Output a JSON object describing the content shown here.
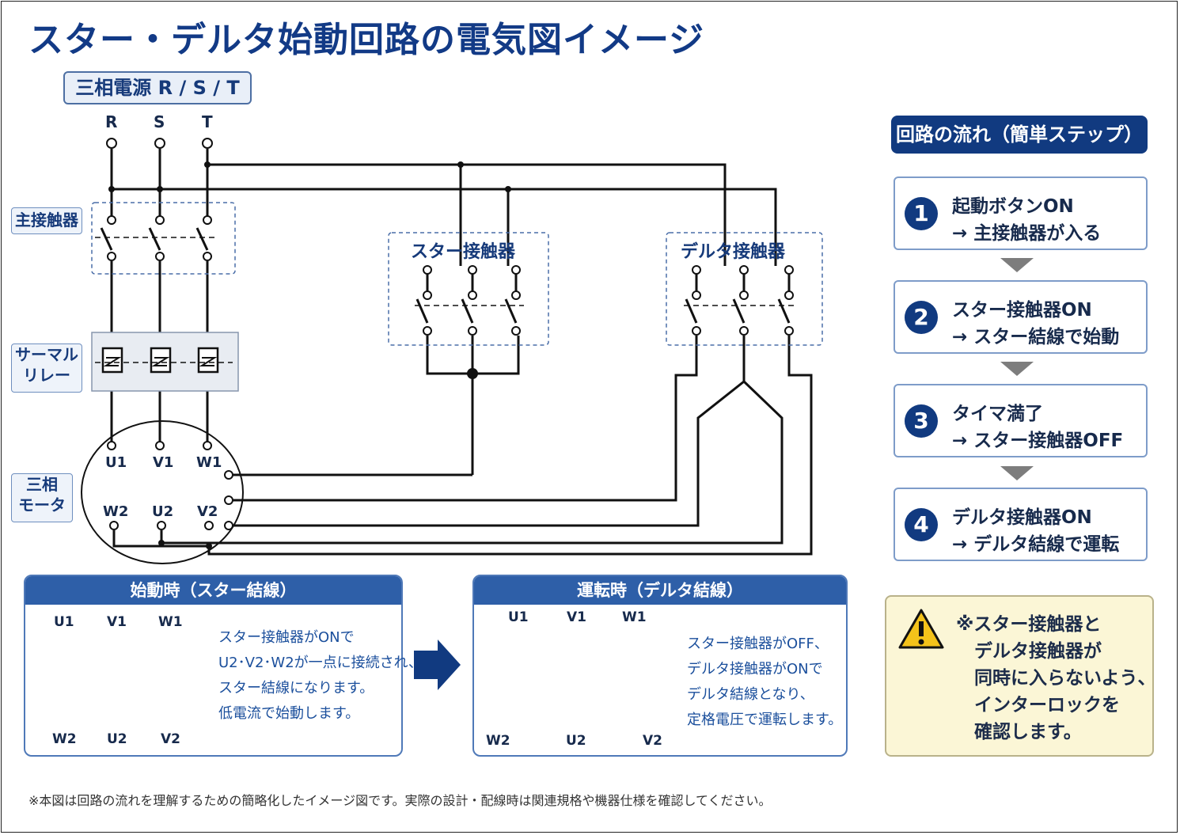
{
  "title": "スター・デルタ始動回路の電気図イメージ",
  "power_label": "三相電源 R / S / T",
  "phases": [
    "R",
    "S",
    "T"
  ],
  "labels": {
    "main_contactor": "主接触器",
    "thermal_relay_1": "サーマル",
    "thermal_relay_2": "リレー",
    "motor_1": "三相",
    "motor_2": "モータ",
    "star_contactor": "スター接触器",
    "delta_contactor": "デルタ接触器"
  },
  "motor_terminals": {
    "top": [
      "U1",
      "V1",
      "W1"
    ],
    "bottom": [
      "W2",
      "U2",
      "V2"
    ]
  },
  "flow": {
    "heading": "回路の流れ（簡単ステップ）",
    "steps": [
      {
        "num": "1",
        "line1": "起動ボタンON",
        "line2": "→ 主接触器が入る"
      },
      {
        "num": "2",
        "line1": "スター接触器ON",
        "line2": "→ スター結線で始動"
      },
      {
        "num": "3",
        "line1": "タイマ満了",
        "line2": "→ スター接触器OFF"
      },
      {
        "num": "4",
        "line1": "デルタ接触器ON",
        "line2": "→ デルタ結線で運転"
      }
    ]
  },
  "note": "※スター接触器と\n　デルタ接触器が\n　同時に入らないよう、\n　インターロックを\n　確認します。",
  "star_box": {
    "heading": "始動時（スター結線）",
    "top": [
      "U1",
      "V1",
      "W1"
    ],
    "bottom": [
      "W2",
      "U2",
      "V2"
    ],
    "desc": "スター接触器がONで\nU2･V2･W2が一点に接続され、\nスター結線になります。\n低電流で始動します。"
  },
  "delta_box": {
    "heading": "運転時（デルタ結線）",
    "top": [
      "U1",
      "V1",
      "W1"
    ],
    "bottom": [
      "W2",
      "U2",
      "V2"
    ],
    "desc": "スター接触器がOFF、\nデルタ接触器がONで\nデルタ結線となり、\n定格電圧で運転します。"
  },
  "footer": "※本図は回路の流れを理解するための簡略化したイメージ図です。実際の設計・配線時は関連規格や機器仕様を確認してください。",
  "colors": {
    "navy": "#113a80",
    "blue": "#2e5fa8",
    "note_bg": "#fbf6d6",
    "warning": "#f3c21a"
  }
}
